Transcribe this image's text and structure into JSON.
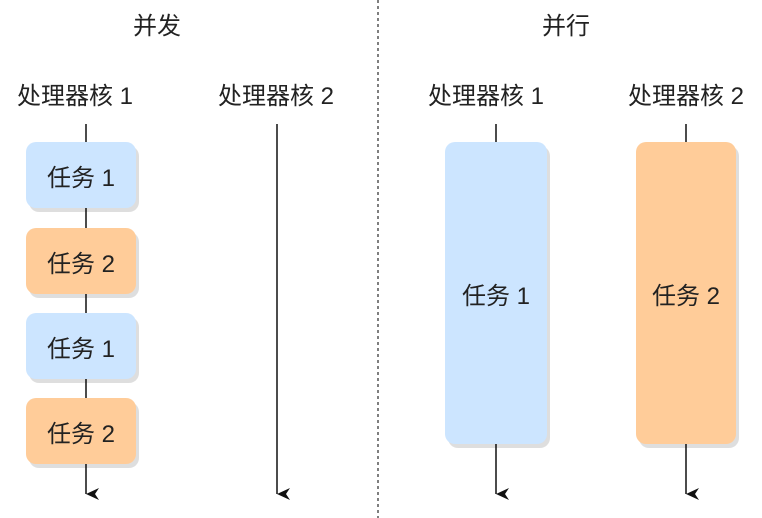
{
  "colors": {
    "task1": "#cce5ff",
    "task2": "#ffcc99",
    "line": "#111111",
    "divider": "#555555"
  },
  "concurrent": {
    "title": "并发",
    "core1_label": "处理器核 1",
    "core2_label": "处理器核 2",
    "tasks": [
      "任务 1",
      "任务 2",
      "任务 1",
      "任务 2"
    ]
  },
  "parallel": {
    "title": "并行",
    "core1_label": "处理器核 1",
    "core2_label": "处理器核 2",
    "tasks": [
      "任务 1",
      "任务 2"
    ]
  }
}
